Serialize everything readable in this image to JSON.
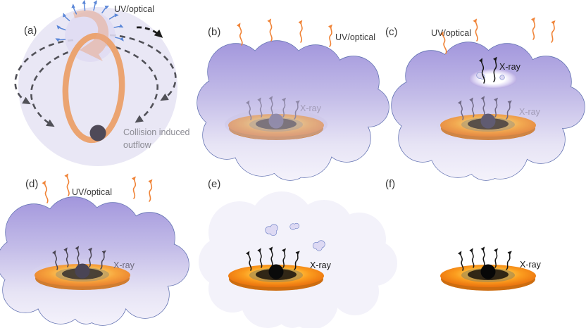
{
  "figure": {
    "panels": [
      {
        "id": "a",
        "label": "(a)",
        "uv_label": "UV/optical",
        "outflow_label_line1": "Collision induced",
        "outflow_label_line2": "outflow"
      },
      {
        "id": "b",
        "label": "(b)",
        "uv_label": "UV/optical",
        "xray_label": "X-ray"
      },
      {
        "id": "c",
        "label": "(c)",
        "uv_label": "UV/optical",
        "xray_top_label": "X-ray",
        "xray_disk_label": "X-ray"
      },
      {
        "id": "d",
        "label": "(d)",
        "uv_label": "UV/optical",
        "xray_label": "X-ray"
      },
      {
        "id": "e",
        "label": "(e)",
        "xray_label": "X-ray"
      },
      {
        "id": "f",
        "label": "(f)",
        "xray_label": "X-ray"
      }
    ],
    "colors": {
      "background": "#ffffff",
      "uv_arrow_orange": "#f08438",
      "xray_black": "#161616",
      "xray_gray": "#8d87a6",
      "cloud_top_purple": "#a195dc",
      "cloud_bottom": "#f4f2fb",
      "cloud_outline": "#5f6fb0",
      "disk_orange": "#f59a28",
      "disk_core_glow": "#ffefa8",
      "black_hole": "#0a0a0a",
      "stream_orange": "#eba471",
      "envelope_lavender": "#e9e7f5",
      "dashed_outflow_gray": "#515158",
      "blue_arrow": "#5b87d8",
      "label_dark": "#3a3a3a",
      "label_gray": "#8c8c94"
    }
  }
}
